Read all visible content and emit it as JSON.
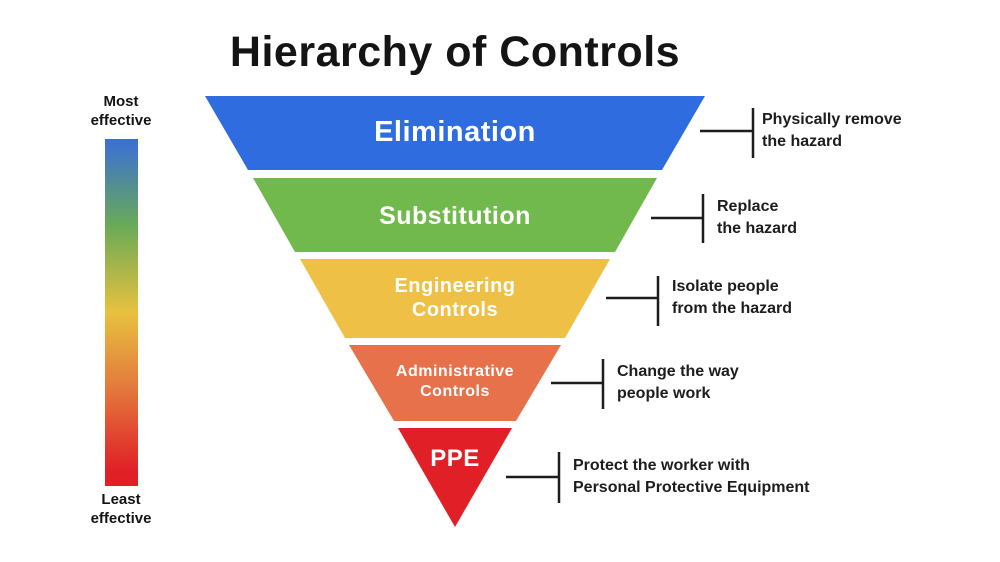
{
  "title": "Hierarchy of Controls",
  "scale": {
    "most_label": "Most effective",
    "least_label": "Least effective",
    "gradient_colors": [
      "#3a6fd6",
      "#6aaa57",
      "#e8c13f",
      "#e3783c",
      "#e01f27"
    ],
    "gradient_style": "background:linear-gradient(180deg, #3a6fd6 0%, #6aaa57 25%, #e8c13f 50%, #e3783c 72%, #e01f27 96%)"
  },
  "levels": [
    {
      "label_lines": [
        "Elimination"
      ],
      "color": "#2e6ce0",
      "desc_lines": [
        "Physically remove",
        "the hazard"
      ]
    },
    {
      "label_lines": [
        "Substitution"
      ],
      "color": "#71b84d",
      "desc_lines": [
        "Replace",
        "the hazard"
      ]
    },
    {
      "label_lines": [
        "Engineering",
        "Controls"
      ],
      "color": "#eec045",
      "desc_lines": [
        "Isolate people",
        "from the hazard"
      ]
    },
    {
      "label_lines": [
        "Administrative",
        "Controls"
      ],
      "color": "#e7714a",
      "desc_lines": [
        "Change the way",
        "people work"
      ]
    },
    {
      "label_lines": [
        "PPE"
      ],
      "color": "#e01f26",
      "desc_lines": [
        "Protect the worker with",
        "Personal Protective Equipment"
      ]
    }
  ]
}
